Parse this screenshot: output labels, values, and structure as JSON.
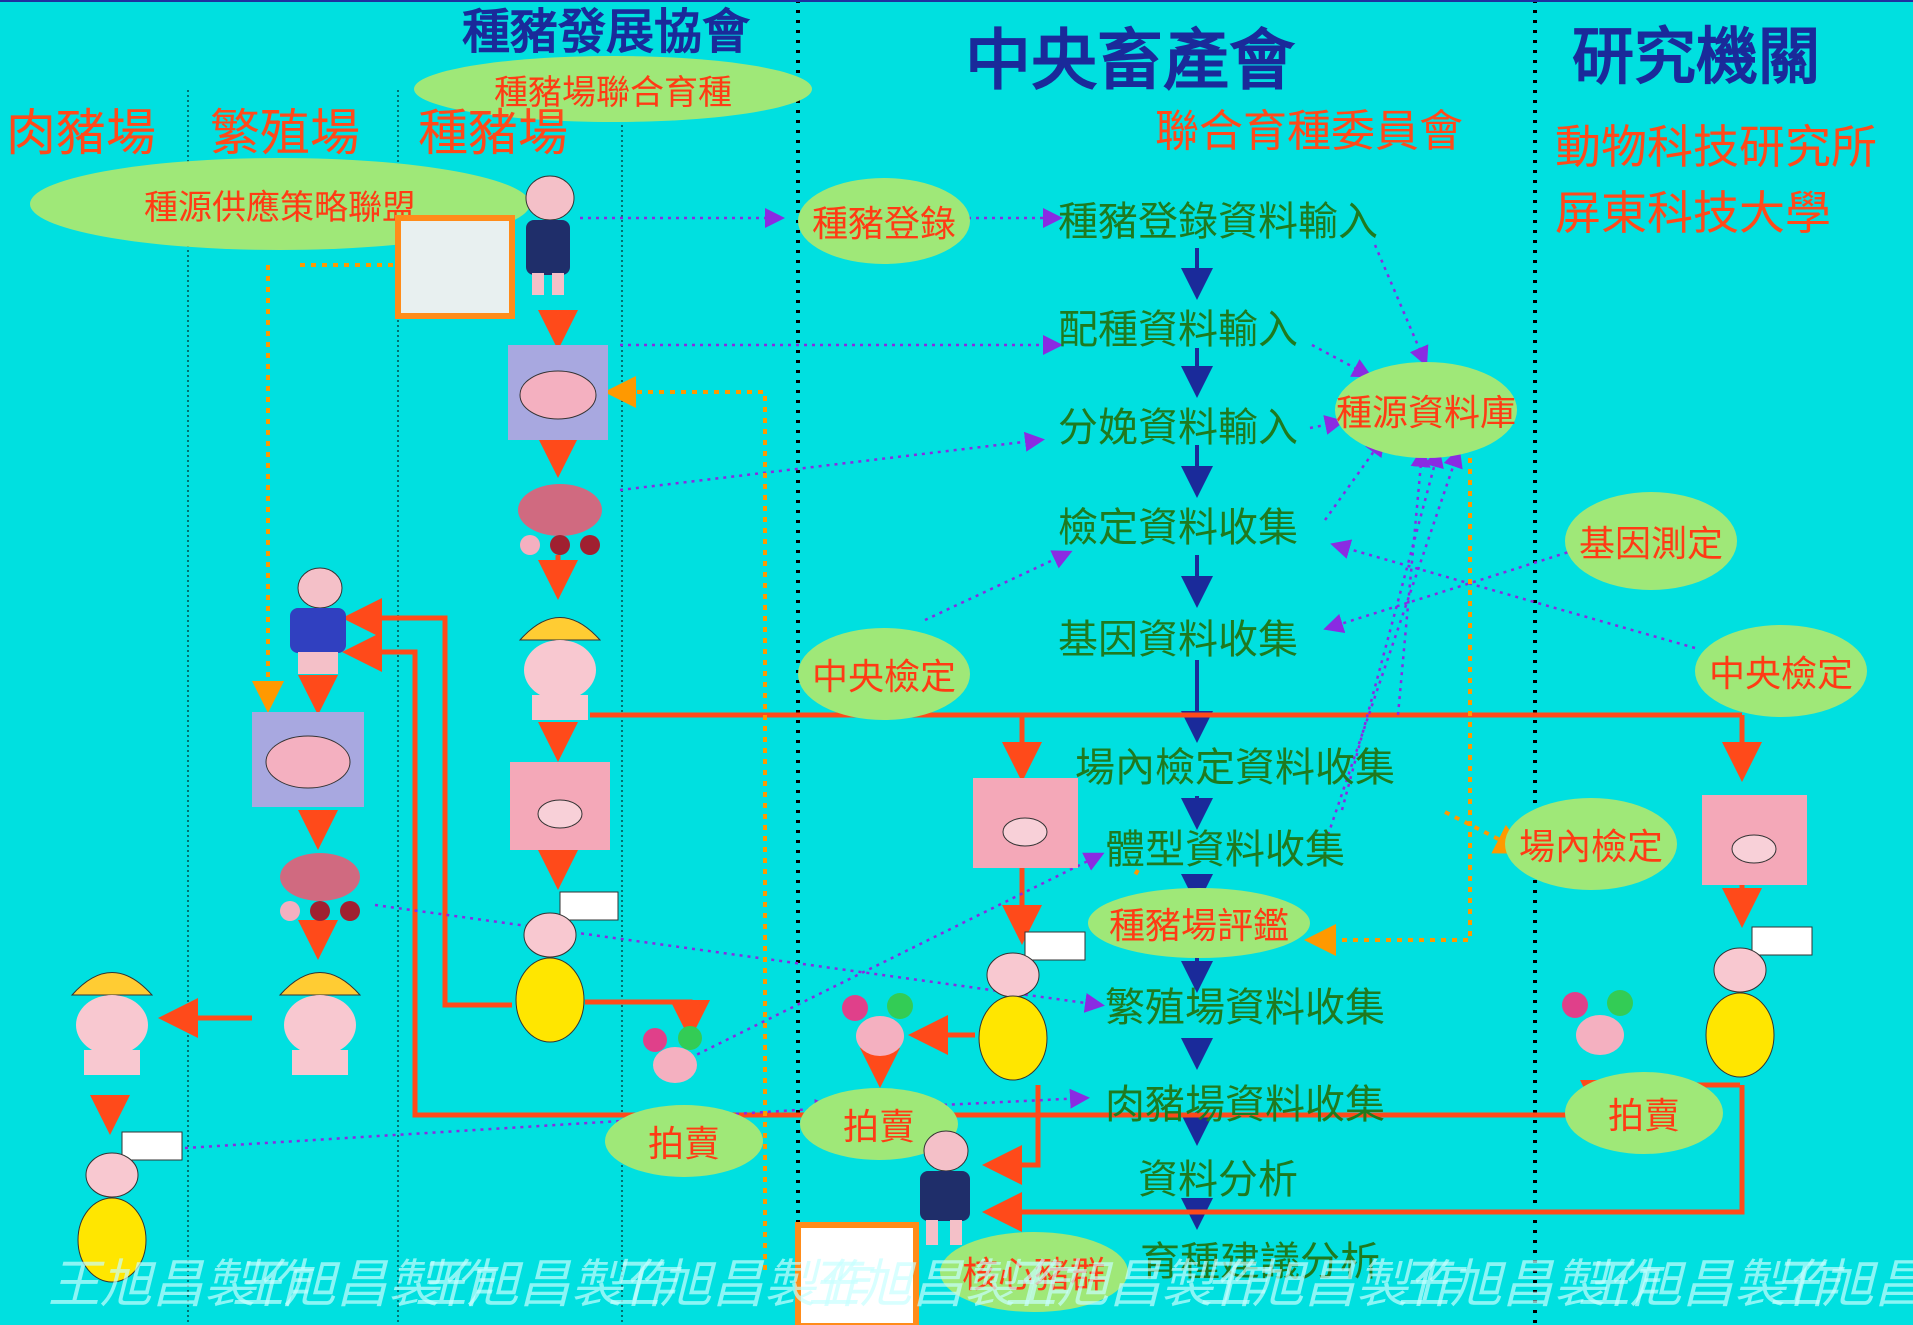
{
  "headers": {
    "swine_assoc": "種豬發展協會",
    "central": "中央畜產會",
    "research": "研究機關"
  },
  "sub_headers": {
    "joint_breeding": "種豬場聯合育種",
    "committee": "聯合育種委員會",
    "institute1": "動物科技研究所",
    "institute2": "屏東科技大學"
  },
  "farms": {
    "meat": "肉豬場",
    "breeding": "繁殖場",
    "seedstock": "種豬場"
  },
  "alliance": "種源供應策略聯盟",
  "steps": [
    "種豬登錄資料輸入",
    "配種資料輸入",
    "分娩資料輸入",
    "檢定資料收集",
    "基因資料收集",
    "場內檢定資料收集",
    "體型資料收集",
    "種豬場評鑑",
    "繁殖場資料收集",
    "肉豬場資料收集",
    "資料分析",
    "育種建議分析"
  ],
  "ovals": {
    "registration": "種豬登錄",
    "database": "種源資料庫",
    "gene_test": "基因測定",
    "central_test_left": "中央檢定",
    "central_test_right": "中央檢定",
    "onfarm_test": "場內檢定",
    "auction1": "拍賣",
    "auction2": "拍賣",
    "auction3": "拍賣",
    "core_herd": "核心豬群"
  },
  "watermark": "王旭昌製作",
  "colors": {
    "background": "#00e0e0",
    "step_text": "#1f7a1f",
    "header_blue": "#1a2a9a",
    "accent_red": "#ff4a1a",
    "oval_fill": "#9fe878",
    "flow_blue": "#1a2a9a",
    "dotted_purple": "#8a2be2",
    "dotted_orange": "#ff9900"
  },
  "icons": [
    "farmer-pig-icon",
    "mating-pigs-icon",
    "sow-piglets-icon",
    "helmet-pig-icon",
    "pig-face-icon",
    "oink-sign-pig-icon",
    "flower-pig-icon",
    "scissors-pig-icon"
  ]
}
